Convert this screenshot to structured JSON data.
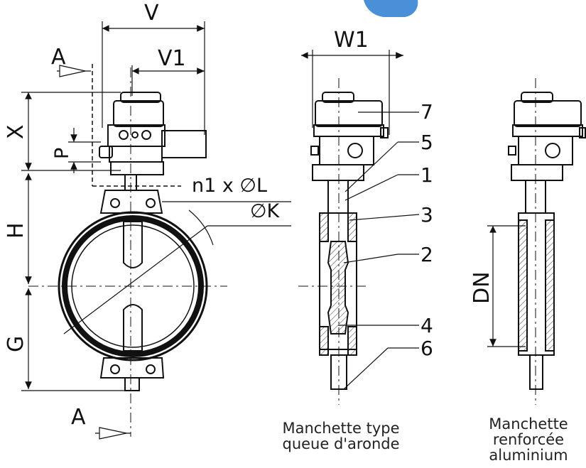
{
  "dimensions": {
    "V": "V",
    "V1": "V1",
    "W1": "W1",
    "X": "X",
    "P": "P",
    "H": "H",
    "G": "G",
    "DN": "DN",
    "n1L": "n1 x ∅L",
    "K": "∅K",
    "sectionA_top": "A",
    "sectionA_bottom": "A"
  },
  "part_numbers": [
    "7",
    "5",
    "1",
    "3",
    "2",
    "4",
    "6"
  ],
  "captions": {
    "middle_line1": "Manchette type",
    "middle_line2": "queue d'aronde",
    "right_line1": "Manchette",
    "right_line2": "renforcée",
    "right_line3": "aluminium"
  },
  "colors": {
    "accent_blob": "#4a90d9",
    "line": "#111111"
  }
}
